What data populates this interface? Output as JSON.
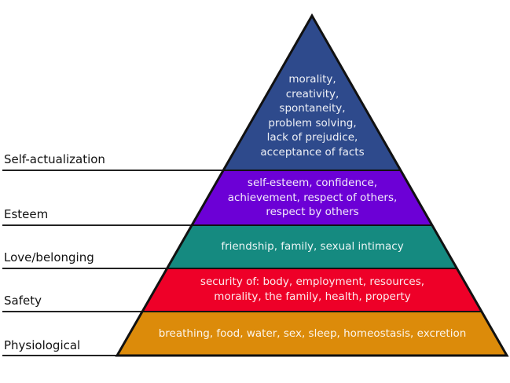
{
  "levels": [
    {
      "name": "Self-actualization",
      "description": "morality,\ncreativity,\nspontaneity,\nproblem solving,\nlack of prejudice,\nacceptance of facts",
      "color": "#2e4a8c"
    },
    {
      "name": "Esteem",
      "description": "self-esteem, confidence,\nachievement, respect of others,\nrespect by others",
      "color": "#6c00d6"
    },
    {
      "name": "Love/belonging",
      "description": "friendship, family, sexual intimacy",
      "color": "#158a80"
    },
    {
      "name": "Safety",
      "description": "security of: body, employment, resources,\nmorality, the family, health, property",
      "color": "#ee0028"
    },
    {
      "name": "Physiological",
      "description": "breathing, food, water, sex, sleep, homeostasis, excretion",
      "color": "#dc8b0a"
    }
  ]
}
